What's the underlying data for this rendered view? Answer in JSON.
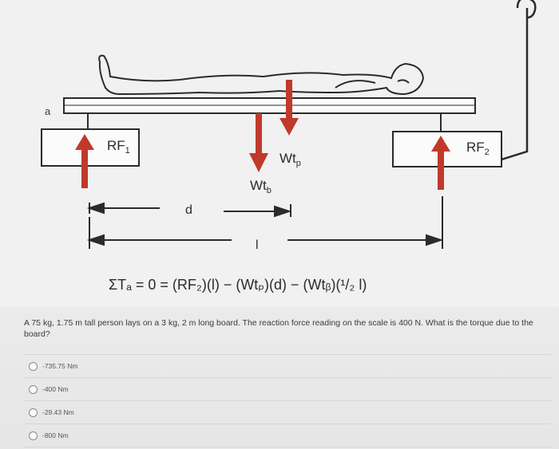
{
  "figure": {
    "labels": {
      "a": "a",
      "rf1": "RF",
      "rf1_sub": "1",
      "rf2": "RF",
      "rf2_sub": "2",
      "wtp": "Wt",
      "wtp_sub": "p",
      "wtb": "Wt",
      "wtb_sub": "b",
      "d": "d",
      "l": "l"
    },
    "equation": "ΣTₐ = 0 = (RF₂)(l) − (Wtₚ)(d) − (Wtᵦ)(¹/₂ l)",
    "colors": {
      "arrow": "#c0392b",
      "line": "#2b2b2b"
    }
  },
  "question": {
    "text": "A 75 kg, 1.75 m tall person lays on a 3 kg, 2 m long board. The reaction force reading on the scale is 400 N. What is the torque due to the board?"
  },
  "options": [
    {
      "label": "-735.75 Nm"
    },
    {
      "label": "-400 Nm"
    },
    {
      "label": "-29.43 Nm"
    },
    {
      "label": "-800 Nm"
    }
  ]
}
